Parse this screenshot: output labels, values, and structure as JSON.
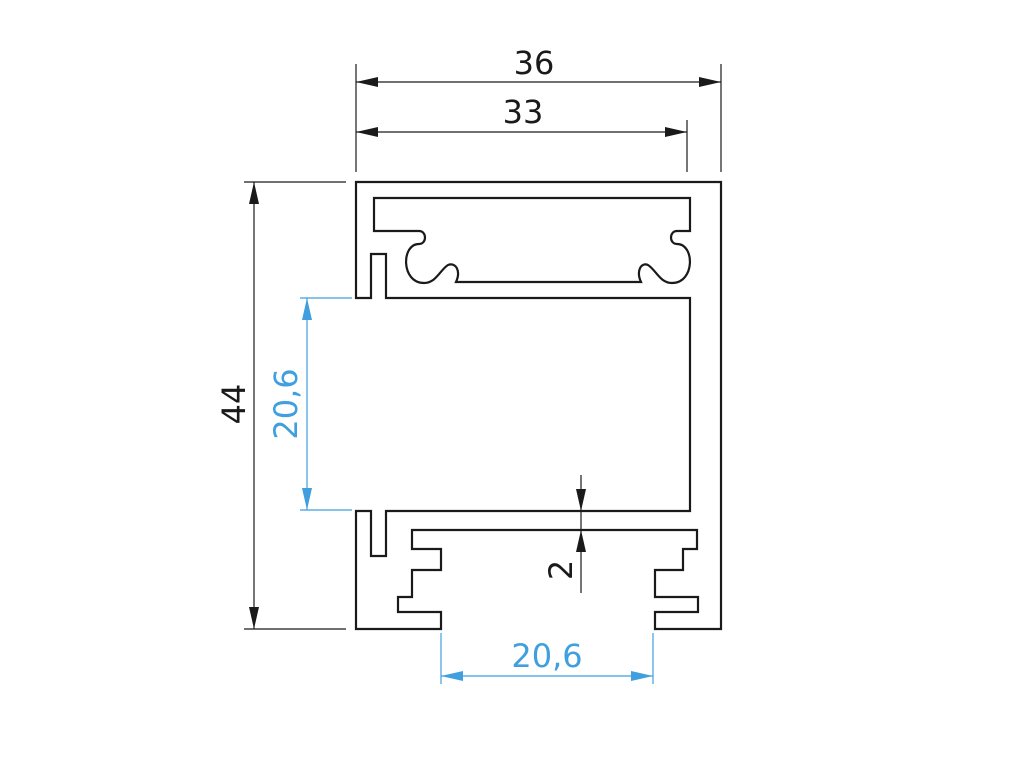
{
  "dimensions": {
    "overall_width": "36",
    "inner_width": "33",
    "overall_height": "44",
    "opening_height": "20,6",
    "wall_thickness": "2",
    "bottom_opening_width": "20,6"
  },
  "colors": {
    "outline": "#1a1a1a",
    "highlight_dimension": "#3f9fdf",
    "background": "#ffffff"
  }
}
